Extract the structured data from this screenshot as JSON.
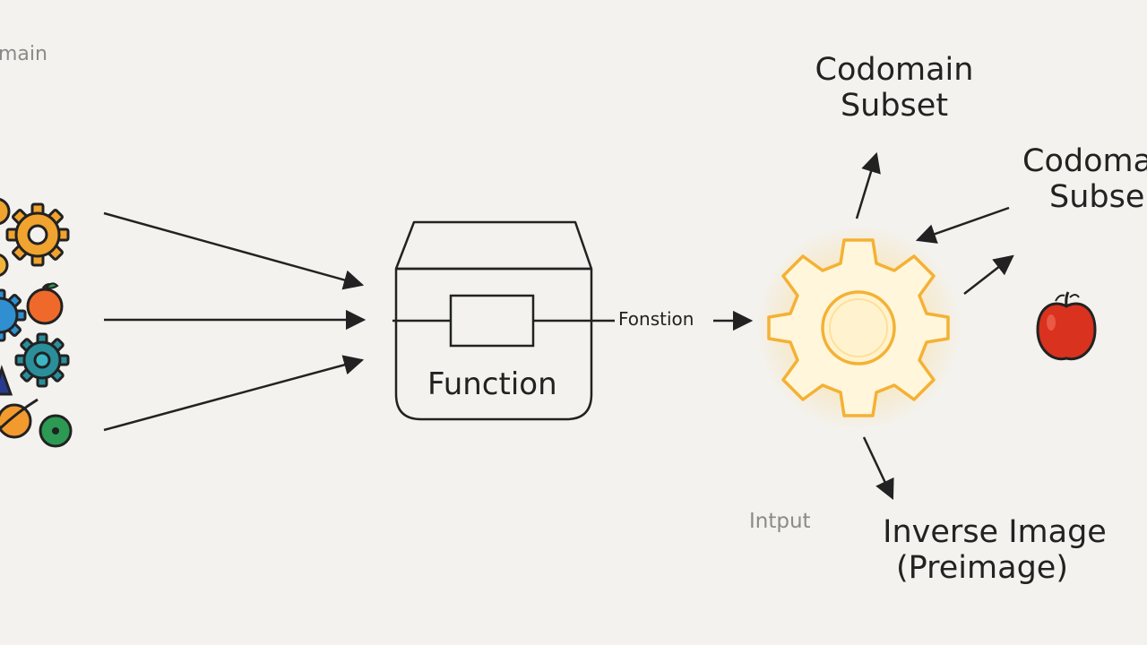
{
  "labels": {
    "domain_partial": "main",
    "codomain_subset_top": [
      "Codomain",
      "Subset"
    ],
    "codomain_subset_right": [
      "Codoma",
      "Subse"
    ],
    "function_box": "Function",
    "function_arrow_label": "Fonstion",
    "input": "Intput",
    "inverse_image": [
      "Inverse Image",
      "(Preimage)"
    ]
  },
  "colors": {
    "background": "#f3f2ee",
    "ink": "#222222",
    "gear_glow": "#f4b133",
    "gear_orange": "#f0a32e",
    "gear_blue": "#2f8fd1",
    "gear_teal": "#2a8f9a",
    "apple_red": "#d9321f",
    "planet_orange": "#f29a2e",
    "planet_green": "#2c9a52",
    "triangle_navy": "#283a8f"
  },
  "icons": [
    "gear-orange-icon",
    "gear-blue-icon",
    "gear-teal-icon",
    "orange-fruit-icon",
    "planet-icon",
    "green-circle-icon",
    "triangle-icon",
    "glowing-gear-icon",
    "apple-icon",
    "function-box-icon"
  ]
}
